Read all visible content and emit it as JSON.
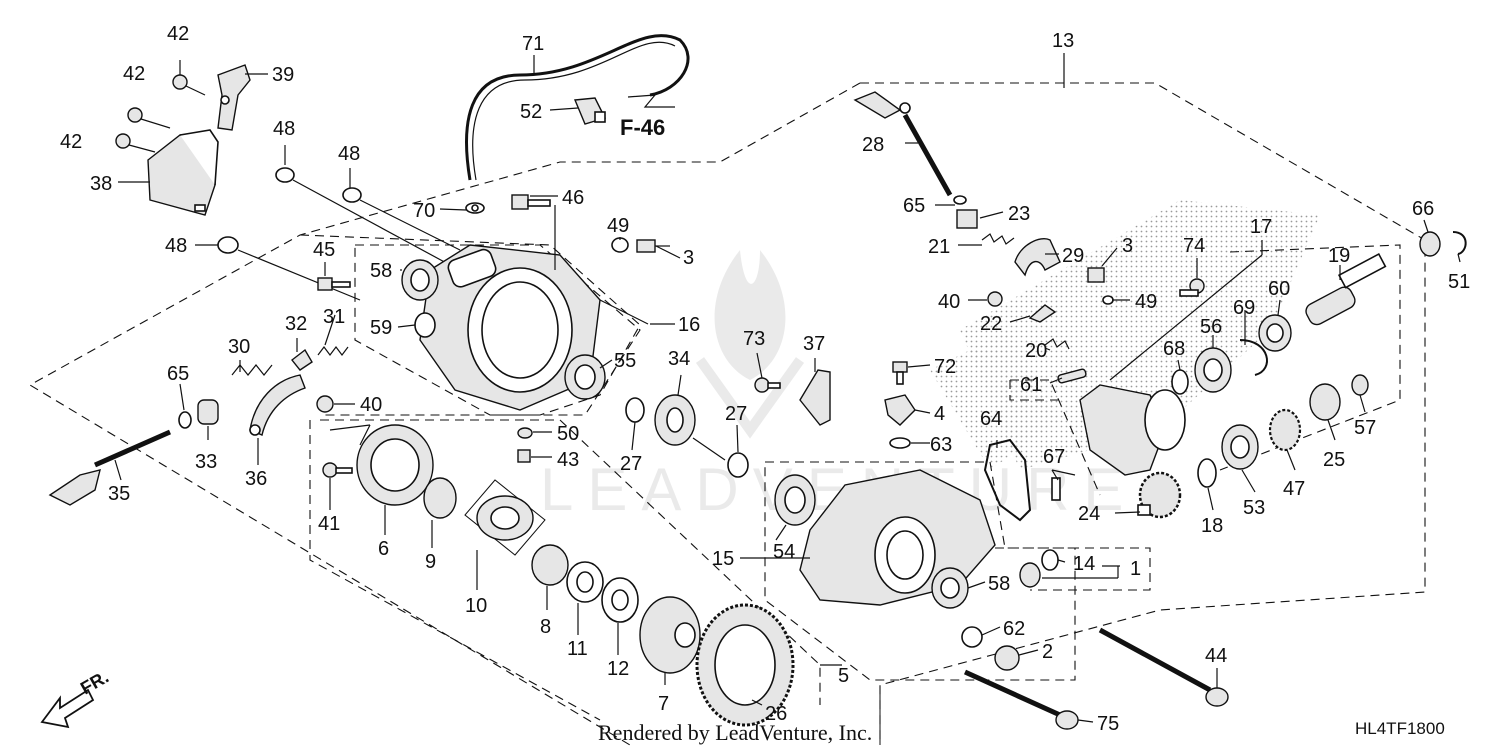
{
  "diagram": {
    "reference_page": "F-46",
    "direction_label": "FR.",
    "credit": "Rendered by LeadVenture, Inc.",
    "diagram_code": "HL4TF1800",
    "callouts": [
      "1",
      "2",
      "3",
      "3",
      "4",
      "5",
      "6",
      "7",
      "8",
      "9",
      "10",
      "11",
      "12",
      "13",
      "14",
      "15",
      "16",
      "17",
      "18",
      "19",
      "20",
      "21",
      "22",
      "23",
      "24",
      "25",
      "26",
      "27",
      "27",
      "28",
      "29",
      "30",
      "31",
      "32",
      "33",
      "34",
      "35",
      "36",
      "37",
      "38",
      "39",
      "40",
      "40",
      "41",
      "42",
      "42",
      "42",
      "43",
      "44",
      "45",
      "46",
      "47",
      "48",
      "48",
      "48",
      "49",
      "49",
      "50",
      "51",
      "52",
      "53",
      "54",
      "55",
      "56",
      "57",
      "58",
      "58",
      "59",
      "60",
      "61",
      "62",
      "63",
      "64",
      "65",
      "65",
      "66",
      "67",
      "68",
      "69",
      "70",
      "71",
      "72",
      "73",
      "74",
      "75"
    ]
  }
}
